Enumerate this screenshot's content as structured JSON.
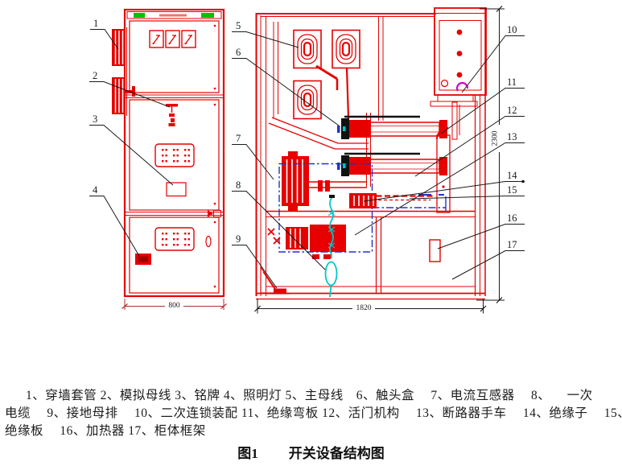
{
  "figure": {
    "legend_lines": [
      "1、穿墙套管 2、模拟母线 3、铭牌 4、照明灯 5、主母线　6、触头盒　 7、电流互感器　 8、 　一次",
      "电缆　 9、接地母排 　10、二次连锁装配 11、绝缘弯板 12、活门机构　 13、断路器手车　 14、绝缘子 　15、",
      "绝缘板　 16、加热器 17、柜体框架"
    ],
    "caption_label": "图1",
    "caption_title": "开关设备结构图"
  },
  "dimensions": {
    "front_width": "800",
    "side_width": "1820",
    "side_height": "2300"
  },
  "callouts": [
    {
      "n": "1",
      "label": "穿墙套管"
    },
    {
      "n": "2",
      "label": "模拟母线"
    },
    {
      "n": "3",
      "label": "铭牌"
    },
    {
      "n": "4",
      "label": "照明灯"
    },
    {
      "n": "5",
      "label": "主母线"
    },
    {
      "n": "6",
      "label": "触头盒"
    },
    {
      "n": "7",
      "label": "电流互感器"
    },
    {
      "n": "8",
      "label": "一次电缆"
    },
    {
      "n": "9",
      "label": "接地母排"
    },
    {
      "n": "10",
      "label": "二次连锁装配"
    },
    {
      "n": "11",
      "label": "绝缘弯板"
    },
    {
      "n": "12",
      "label": "活门机构"
    },
    {
      "n": "13",
      "label": "断路器手车"
    },
    {
      "n": "14",
      "label": "绝缘子"
    },
    {
      "n": "15",
      "label": "绝缘板"
    },
    {
      "n": "16",
      "label": "加热器"
    },
    {
      "n": "17",
      "label": "柜体框架"
    }
  ],
  "colors": {
    "line_red": "#e60000",
    "aux_blue": "#2233cc",
    "cable_cyan": "#00c8c8",
    "interlock_magenta": "#d400cc",
    "band_green": "#00c300",
    "ink": "#1a1a1a"
  }
}
